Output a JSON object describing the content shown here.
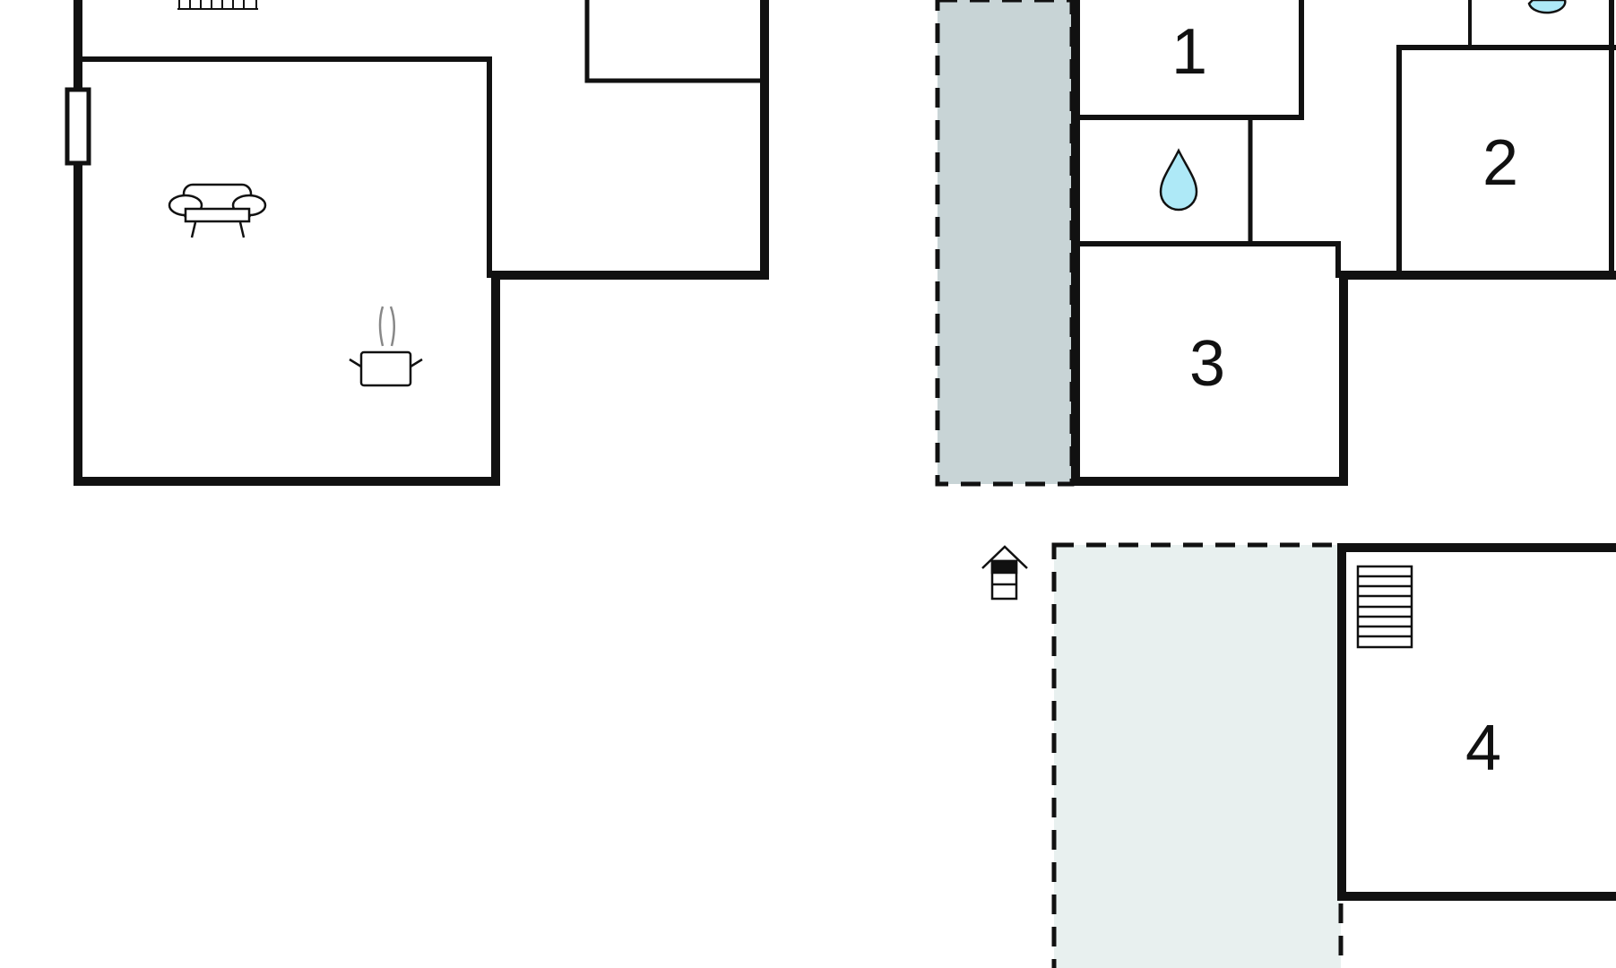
{
  "floorplan": {
    "room_labels": [
      "1",
      "2",
      "3",
      "4"
    ],
    "icons": {
      "radiator_top": "radiator-icon",
      "window": "window-icon",
      "sofa": "sofa-icon",
      "kitchen": "cooking-pot-icon",
      "bathroom_1": "water-drop-icon",
      "bathroom_2": "water-drop-icon",
      "entrance": "entrance-icon",
      "stairs": "stairs-icon"
    },
    "colors": {
      "wall": "#111111",
      "terrace_dark": "#c8d4d6",
      "terrace_light": "#e8f0ef",
      "water": "#aee9f7"
    }
  }
}
